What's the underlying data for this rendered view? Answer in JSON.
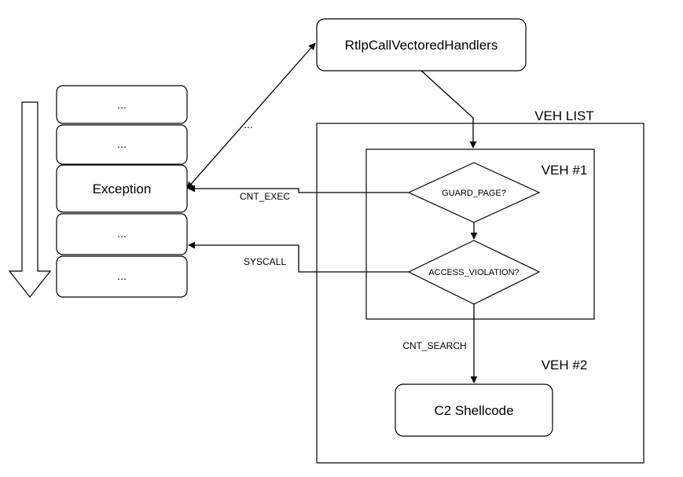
{
  "stack": {
    "slots": [
      {
        "label": "..."
      },
      {
        "label": "..."
      },
      {
        "label": "Exception"
      },
      {
        "label": "..."
      },
      {
        "label": "..."
      }
    ]
  },
  "dispatcher": {
    "label": "RtlpCallVectoredHandlers",
    "connector_label": "..."
  },
  "veh_list": {
    "title": "VEH LIST"
  },
  "veh1": {
    "title": "VEH #1",
    "decision_guard": "GUARD_PAGE?",
    "decision_access": "ACCESS_VIOLATION?"
  },
  "veh2": {
    "title": "VEH #2",
    "box_label": "C2 Shellcode"
  },
  "edges": {
    "cnt_exec": "CNT_EXEC",
    "syscall": "SYSCALL",
    "cnt_search": "CNT_SEARCH"
  }
}
